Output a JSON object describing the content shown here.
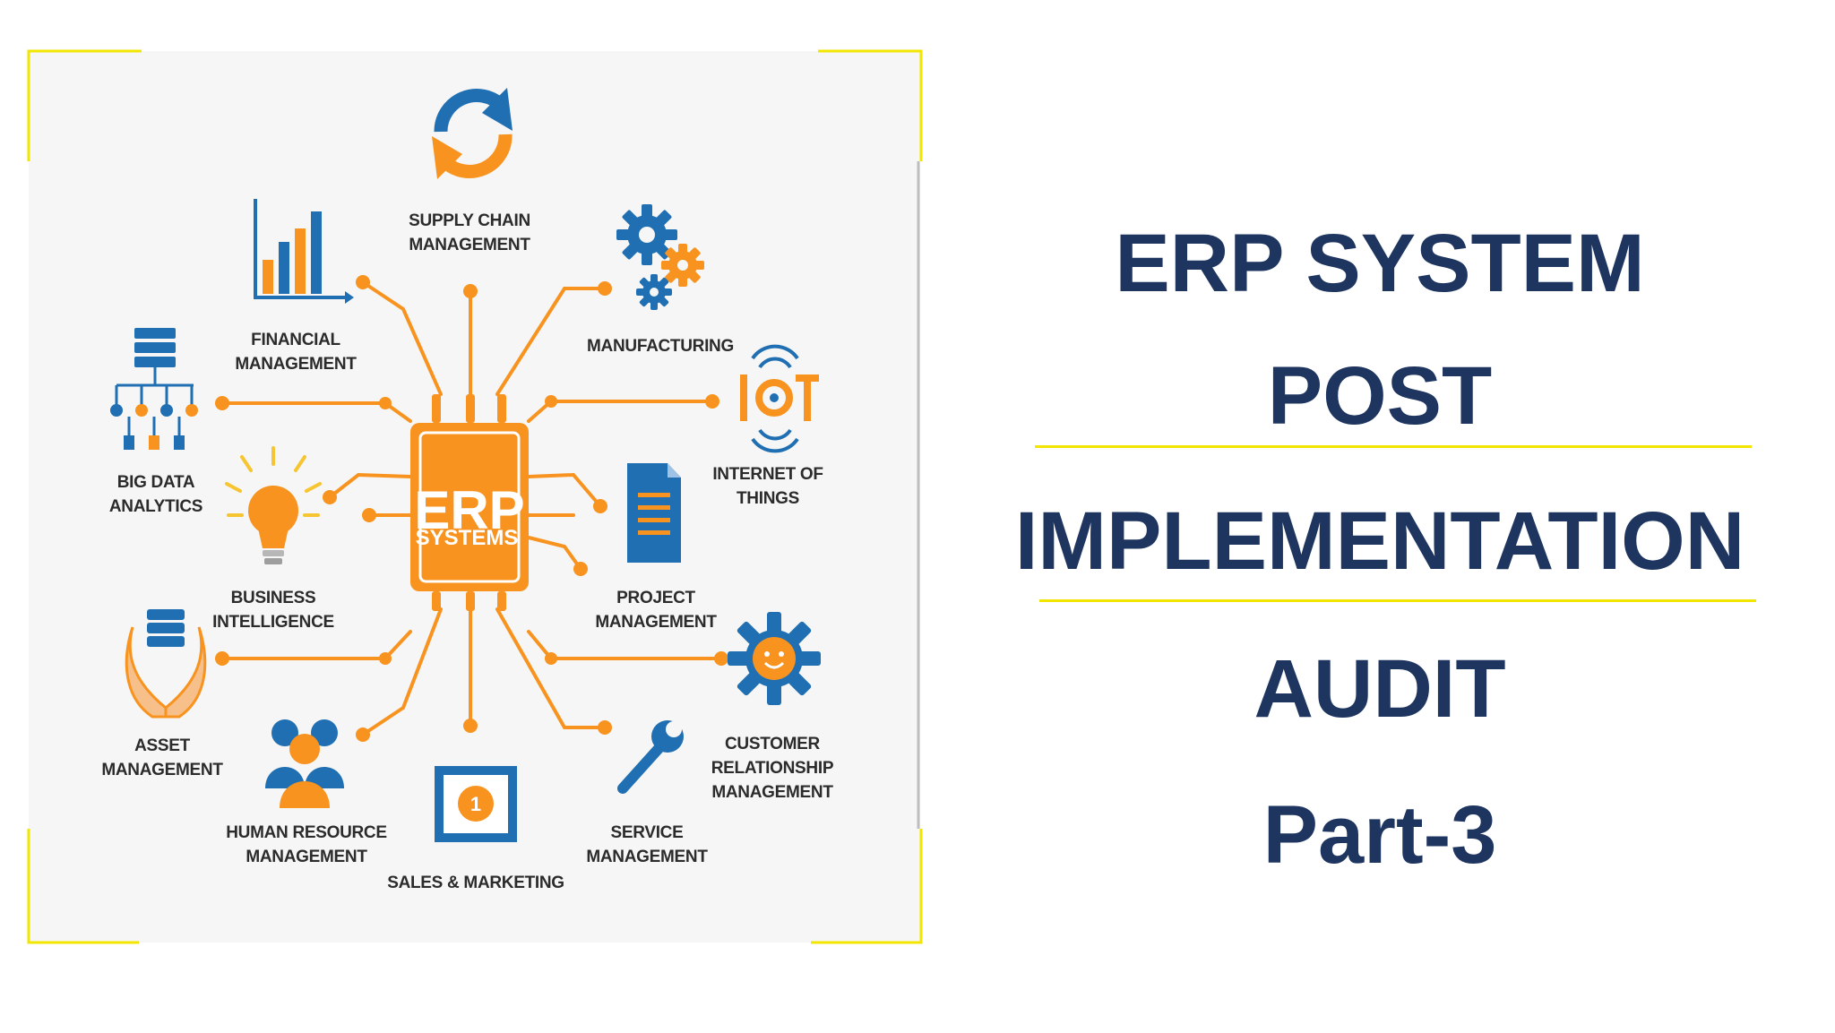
{
  "diagram": {
    "center": {
      "title": "ERP",
      "subtitle": "SYSTEMS"
    },
    "modules": {
      "supply_chain": [
        "SUPPLY CHAIN",
        "MANAGEMENT"
      ],
      "financial": [
        "FINANCIAL",
        "MANAGEMENT"
      ],
      "manufacturing": [
        "MANUFACTURING"
      ],
      "big_data": [
        "BIG DATA",
        "ANALYTICS"
      ],
      "iot": [
        "INTERNET OF",
        "THINGS"
      ],
      "iot_badge": "IOT",
      "business_intelligence": [
        "BUSINESS",
        "INTELLIGENCE"
      ],
      "project": [
        "PROJECT",
        "MANAGEMENT"
      ],
      "asset": [
        "ASSET",
        "MANAGEMENT"
      ],
      "crm": [
        "CUSTOMER",
        "RELATIONSHIP",
        "MANAGEMENT"
      ],
      "hr": [
        "HUMAN RESOURCE",
        "MANAGEMENT"
      ],
      "sales": [
        "SALES & MARKETING"
      ],
      "sales_badge": "1",
      "service": [
        "SERVICE",
        "MANAGEMENT"
      ]
    },
    "colors": {
      "orange": "#f7931e",
      "blue": "#1f6fb2",
      "dark_blue": "#1e3560",
      "frame": "#f2e600"
    }
  },
  "title": {
    "line1": "ERP SYSTEM",
    "line2": "POST",
    "line3": "IMPLEMENTATION",
    "line4": "AUDIT",
    "line5": "Part-3"
  }
}
